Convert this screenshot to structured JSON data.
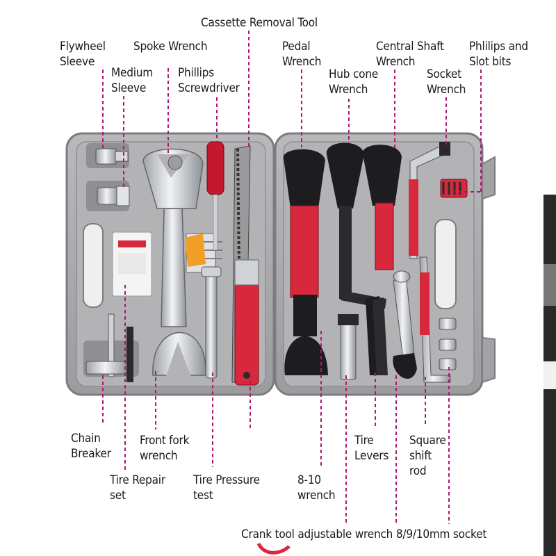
{
  "labels": {
    "cassette_removal_tool": "Cassette Removal Tool",
    "flywheel_sleeve": "Flywheel\nSleeve",
    "spoke_wrench": "Spoke Wrench",
    "medium_sleeve": "Medium\nSleeve",
    "phillips_screwdriver": "Phillips\nScrewdriver",
    "pedal_wrench": "Pedal\nWrench",
    "hub_cone_wrench": "Hub cone\nWrench",
    "central_shaft_wrench": "Central Shaft\nWrench",
    "socket_wrench": "Socket\nWrench",
    "phlilips_slot_bits": "Phlilips and\nSlot bits",
    "chain_breaker": "Chain\nBreaker",
    "front_fork_wrench": "Front fork\nwrench",
    "tire_repair_set": "Tire Repair\nset",
    "tire_pressure_test": "Tire Pressure\ntest",
    "wrench_8_10": "8-10\nwrench",
    "tire_levers": "Tire\nLevers",
    "square_shift_rod": "Square\nshift\nrod",
    "crank_tool_line": "Crank tool adjustable wrench 8/9/10mm socket"
  },
  "colors": {
    "leader": "#b0176e",
    "case": "#a9a9ab",
    "case_dark": "#7f7f82",
    "tool_red": "#d8283c",
    "tool_black": "#1d1d1f",
    "chrome": "#cfd2d6"
  }
}
